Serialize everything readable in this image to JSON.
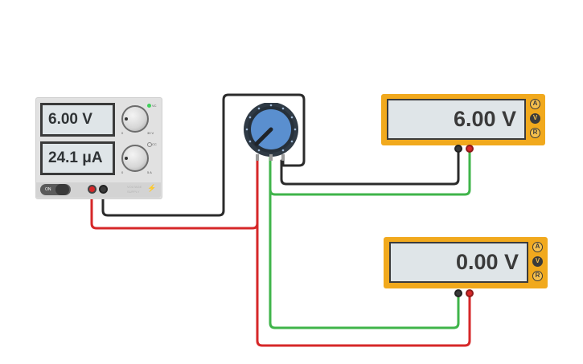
{
  "power_supply": {
    "voltage_display": "6.00 V",
    "current_display": "24.1 μA",
    "knob_voltage_min": "0",
    "knob_voltage_max": "30 V",
    "knob_current_min": "0",
    "knob_current_max": "5 A",
    "vc_label": "VC",
    "cc_label": "CC",
    "switch_label": "ON",
    "brand_line1": "VOLTAGE",
    "brand_line2": "SUPPLY"
  },
  "meter_top": {
    "display": "6.00 V",
    "modes": [
      "A",
      "V",
      "R"
    ],
    "active_mode": "V"
  },
  "meter_bottom": {
    "display": "0.00 V",
    "modes": [
      "A",
      "V",
      "R"
    ],
    "active_mode": "V"
  },
  "colors": {
    "wire_red": "#d62728",
    "wire_black": "#2b2b2b",
    "wire_green": "#3fb44a",
    "meter_body": "#f1a91d",
    "potentiometer": "#5a8fcf"
  }
}
